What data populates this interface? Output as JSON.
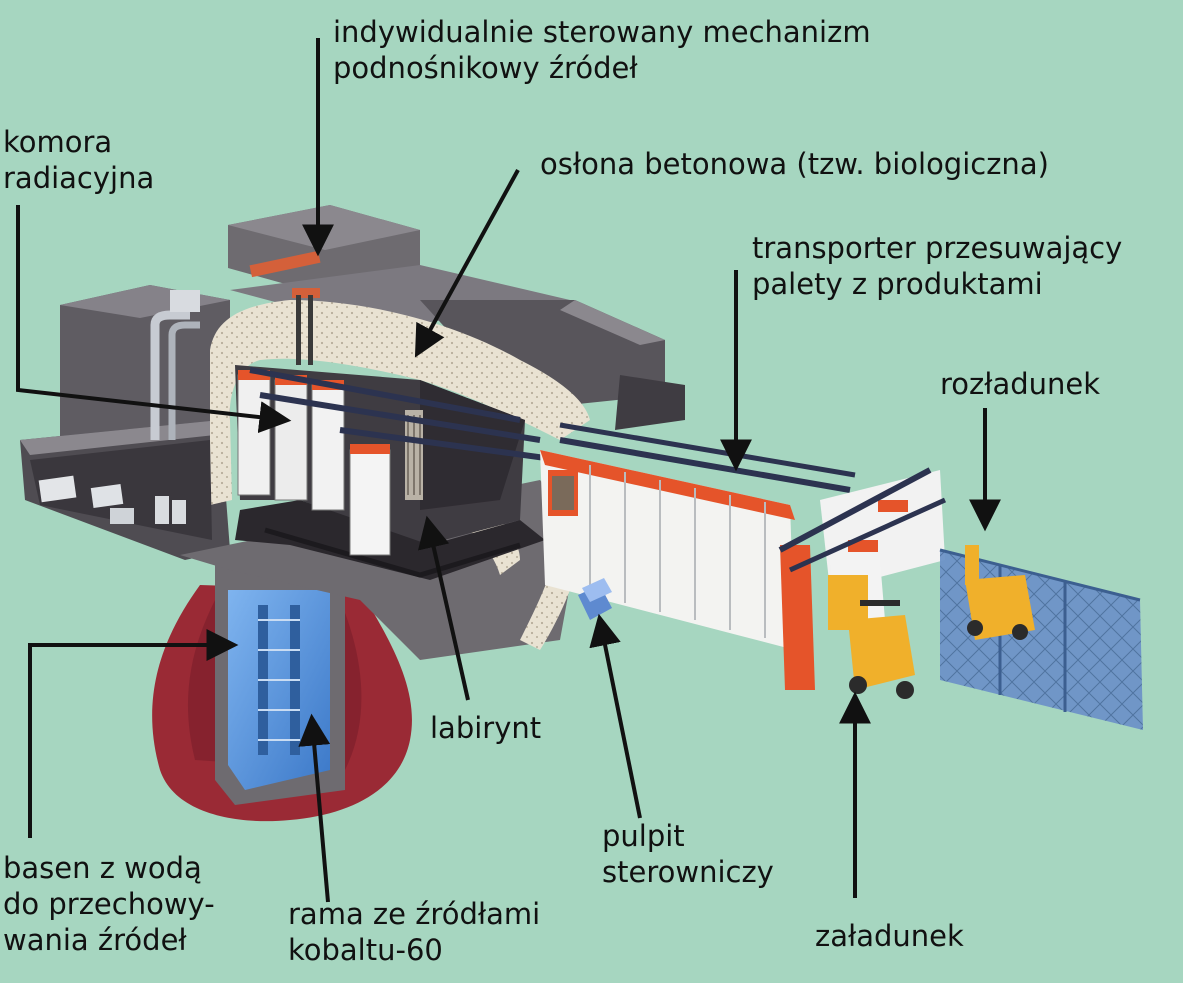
{
  "labels": {
    "mechanism": [
      "indywidualnie sterowany mechanizm",
      "podnośnikowy źródeł"
    ],
    "chamber": [
      "komora",
      "radiacyjna"
    ],
    "shield": [
      "osłona betonowa (tzw. biologiczna)"
    ],
    "conveyor": [
      "transporter przesuwający",
      "palety z produktami"
    ],
    "unloading": [
      "rozładunek"
    ],
    "labyrinth": [
      "labirynt"
    ],
    "console": [
      "pulpit",
      "sterowniczy"
    ],
    "pool": [
      "basen z wodą",
      "do przechowy-",
      "wania źródeł"
    ],
    "frame": [
      "rama ze źródłami",
      "kobaltu-60"
    ],
    "loading": [
      "załadunek"
    ]
  },
  "colors": {
    "background": "#a6d6c0",
    "concrete": "#6e6b70",
    "concrete_dark": "#3f3c42",
    "speckle": "#e9e2d2",
    "product_red": "#e5542a",
    "water": "#5b9be0",
    "pit": "#9a2a35",
    "forklift": "#f0b02b",
    "fence": "#6d93c7",
    "arrow": "#111111"
  }
}
